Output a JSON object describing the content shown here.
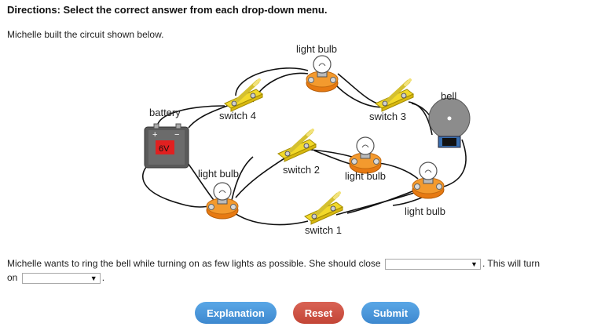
{
  "directions": "Directions: Select the correct answer from each drop-down menu.",
  "intro": "Michelle built the circuit shown below.",
  "diagram": {
    "labels": {
      "battery": "battery",
      "battery_voltage": "6V",
      "battery_plus": "+",
      "battery_minus": "−",
      "switch_1": "switch 1",
      "switch_2": "switch 2",
      "switch_3": "switch 3",
      "switch_4": "switch 4",
      "bulb_top": "light bulb",
      "bulb_left": "light bulb",
      "bulb_center": "light bulb",
      "bulb_right": "light bulb",
      "bell": "bell"
    },
    "colors": {
      "bulb_base": "#f08a1c",
      "switch_base": "#f6e13a",
      "battery_body": "#555555",
      "battery_label": "#e02020",
      "bell": "#8a8a8a",
      "wire": "#111111"
    }
  },
  "question": {
    "part1": "Michelle wants to ring the bell while turning on as few lights as possible. She should close",
    "part2": ". This will turn",
    "part3": "on",
    "part4": ".",
    "dropdown1": {
      "selected": "",
      "arrow": "▼"
    },
    "dropdown2": {
      "selected": "",
      "arrow": "▼"
    }
  },
  "buttons": {
    "explanation": "Explanation",
    "reset": "Reset",
    "submit": "Submit"
  }
}
